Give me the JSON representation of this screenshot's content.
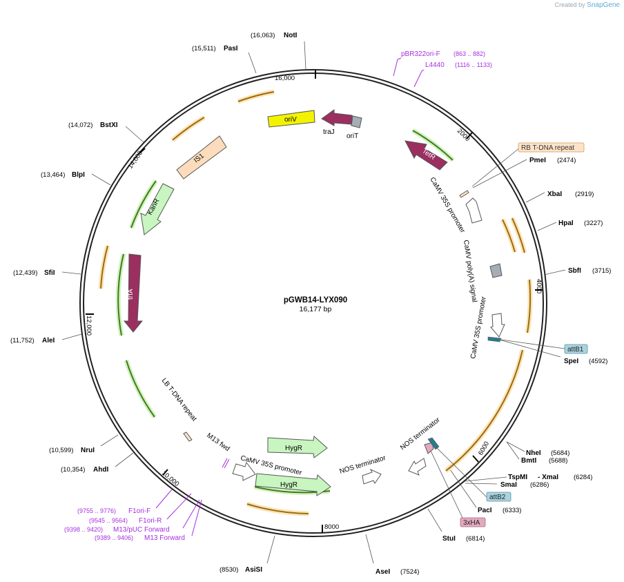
{
  "credit": {
    "prefix": "Created by",
    "brand": "SnapGene"
  },
  "plasmid": {
    "name": "pGWB14-LYX090",
    "size_label": "16,177 bp",
    "length": 16177
  },
  "ticks": [
    "16,000",
    "2000",
    "4000",
    "6000",
    "8000",
    "10,000",
    "12,000",
    "14,000"
  ],
  "sites": [
    {
      "name": "NotI",
      "pos": "(16,063)"
    },
    {
      "name": "PasI",
      "pos": "(15,511)"
    },
    {
      "name": "BstXI",
      "pos": "(14,072)"
    },
    {
      "name": "BlpI",
      "pos": "(13,464)"
    },
    {
      "name": "SfiI",
      "pos": "(12,439)"
    },
    {
      "name": "AleI",
      "pos": "(11,752)"
    },
    {
      "name": "NruI",
      "pos": "(10,599)"
    },
    {
      "name": "AhdI",
      "pos": "(10,354)"
    },
    {
      "name": "AsiSI",
      "pos": "(8530)"
    },
    {
      "name": "AseI",
      "pos": "(7524)"
    },
    {
      "name": "StuI",
      "pos": "(6814)"
    },
    {
      "name": "PacI",
      "pos": "(6333)"
    },
    {
      "name": "SmaI",
      "pos": "(6286)"
    },
    {
      "name": "TspMI",
      "pos": "(6284)",
      "extra": "- XmaI"
    },
    {
      "name": "BmtI",
      "pos": "(5688)"
    },
    {
      "name": "NheI",
      "pos": "(5684)"
    },
    {
      "name": "SpeI",
      "pos": "(4592)"
    },
    {
      "name": "SbfI",
      "pos": "(3715)"
    },
    {
      "name": "HpaI",
      "pos": "(3227)"
    },
    {
      "name": "XbaI",
      "pos": "(2919)"
    },
    {
      "name": "PmeI",
      "pos": "(2474)"
    }
  ],
  "primers": [
    {
      "name": "pBR322ori-F",
      "pos": "(863 .. 882)"
    },
    {
      "name": "L4440",
      "pos": "(1116 .. 1133)"
    },
    {
      "name": "F1ori-F",
      "pos": "(9755 .. 9776)"
    },
    {
      "name": "F1ori-R",
      "pos": "(9545 .. 9564)"
    },
    {
      "name": "M13/pUC Forward",
      "pos": "(9398 .. 9420)"
    },
    {
      "name": "M13 Forward",
      "pos": "(9389 .. 9406)"
    }
  ],
  "boxed_features": {
    "rb_tdna": "RB T-DNA repeat",
    "attB1": "attB1",
    "attB2": "attB2",
    "xha": "3xHA"
  },
  "features": {
    "oriV": "oriV",
    "traJ": "traJ",
    "oriT": "oriT",
    "TetR": "TetR",
    "IS1": "IS1",
    "KanR": "KanR",
    "trfA": "trfA",
    "camv_promoter_1": "CaMV 35S promoter",
    "camv_polya": "CaMV poly(A) signal",
    "camv_promoter_2": "CaMV 35S promoter",
    "nos_term_1": "NOS terminator",
    "nos_term_2": "NOS terminator",
    "camv_promoter_3": "CaMV 35S promoter",
    "hygr_1": "HygR",
    "hygr_2": "HygR",
    "m13fwd": "M13 fwd",
    "lb_tdna": "LB T-DNA repeat"
  },
  "colors": {
    "primer": "#a52ee0",
    "orf": "#f5b651",
    "orf_green": "#7cc242",
    "maroon": "#9b2f60",
    "oriV": "#f3f300",
    "kanR": "#c8f5c0",
    "is1": "#fcdcbc",
    "gray": "#a7adb4",
    "attB": "#a9d4df",
    "xha": "#e3a9be",
    "rb": "#fde3c8"
  }
}
